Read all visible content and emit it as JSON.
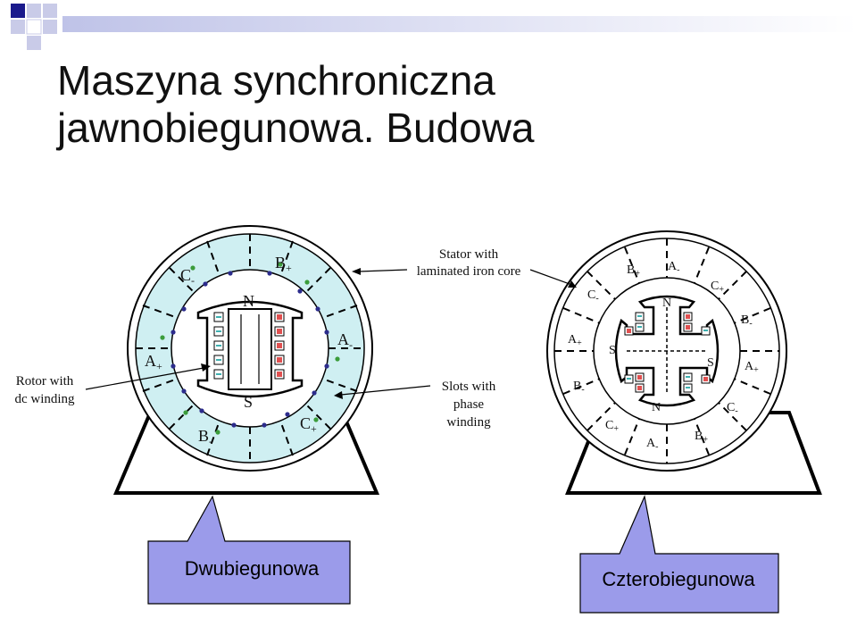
{
  "slide": {
    "title_line1": "Maszyna synchroniczna",
    "title_line2": "jawnobiegunowa. Budowa"
  },
  "colors": {
    "header_blue": "#1a1a8c",
    "stator_fill": "#cfeff2",
    "callout_fill": "#9b9bea",
    "slot_red": "#e05050",
    "slot_teal": "#3fb0b0"
  },
  "annotations": {
    "stator_line1": "Stator with",
    "stator_line2": "laminated iron core",
    "rotor_line1": "Rotor with",
    "rotor_line2": "dc winding",
    "slots_line1": "Slots with",
    "slots_line2": "phase",
    "slots_line3": "winding"
  },
  "two_pole": {
    "c_minus": "C",
    "b_plus": "B",
    "a_minus": "A",
    "c_plus": "C",
    "b_minus": "B",
    "a_plus": "A",
    "north": "N",
    "south": "S"
  },
  "four_pole": {
    "b_plus": "B",
    "a_minus_top": "A",
    "c_plus_top": "C",
    "c_minus_top": "C",
    "b_minus_right": "B",
    "a_plus_left": "A",
    "a_plus_right": "A",
    "b_minus_left": "B",
    "c_minus_right": "C",
    "c_plus_bottom": "C",
    "a_minus_bottom": "A",
    "b_plus_bottom": "B",
    "north_top": "N",
    "north_bottom": "N",
    "south_left": "S",
    "south_right": "S"
  },
  "signs": {
    "plus": "+",
    "minus": "-"
  },
  "callouts": {
    "left": "Dwubiegunowa",
    "right": "Czterobiegunowa"
  }
}
